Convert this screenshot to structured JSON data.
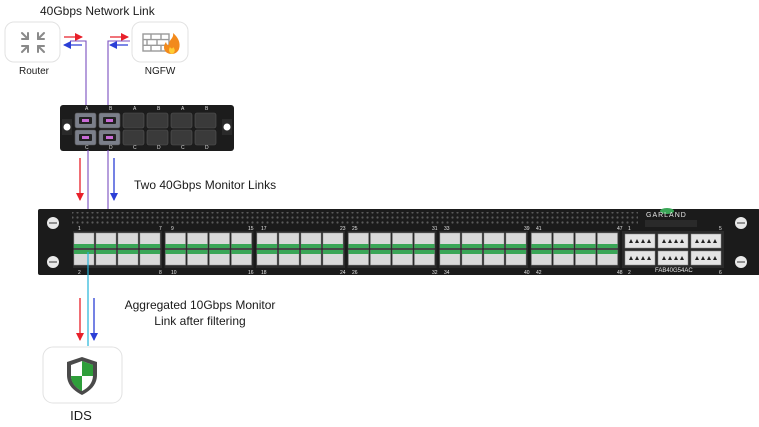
{
  "labels": {
    "network_link": "40Gbps Network Link",
    "router": "Router",
    "ngfw": "NGFW",
    "monitor_links": "Two 40Gbps Monitor Links",
    "aggregated": "Aggregated 10Gbps Monitor Link after filtering",
    "ids": "IDS"
  },
  "switch": {
    "brand": "GARLAND",
    "model": "FAB40G54AC",
    "top_port_numbers": [
      "1",
      "7",
      "9",
      "15",
      "17",
      "23",
      "25",
      "31",
      "33",
      "39",
      "41",
      "47",
      "1",
      "5"
    ],
    "bottom_port_numbers": [
      "2",
      "8",
      "10",
      "16",
      "18",
      "24",
      "26",
      "32",
      "34",
      "40",
      "42",
      "48",
      "2",
      "6"
    ]
  },
  "tap_module": {
    "top_letters": [
      "A",
      "B",
      "A",
      "B",
      "A",
      "B"
    ],
    "bottom_letters": [
      "C",
      "D",
      "C",
      "D",
      "C",
      "D"
    ]
  },
  "icons": {
    "router": "router-icon",
    "ngfw": "firewall-icon",
    "ids": "shield-icon"
  },
  "colors": {
    "link_red": "#e8202a",
    "link_blue": "#2b3fd6",
    "fiber_purple": "#7a4fc0",
    "agg_cyan": "#23b3d9",
    "chassis": "#1b1b1b",
    "port_green": "#3aa657",
    "shield_green": "#2e9e3a"
  }
}
